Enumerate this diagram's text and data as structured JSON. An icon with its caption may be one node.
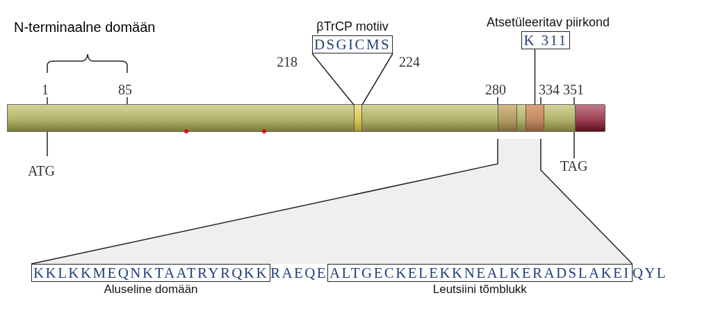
{
  "diagram": {
    "nodes": [
      {
        "text": [
          "βTrCP motiiv",
          "DSGICMS"
        ]
      },
      {
        "text": [
          "Atsetüleeritav piirkond",
          "K 311"
        ]
      },
      {
        "text": [],
        "shape": "bar"
      },
      {
        "text": [],
        "shape": "bar",
        "in": 2
      },
      {
        "text": [],
        "shape": "bar",
        "in": 2
      },
      {
        "text": [],
        "shape": "bar",
        "in": 2
      },
      {
        "text": [],
        "shape": "bar",
        "in": 2
      },
      {
        "text": [
          "KKLKKMEQNKTAATRYRQKK"
        ],
        "beside": [
          "Aluseline domään"
        ]
      },
      {
        "text": [
          "ALTGECKELEKKNEALKERADSLAKEI"
        ],
        "beside": [
          "Leutsiini tõmblukk"
        ]
      }
    ],
    "edges": [
      {
        "from": 0,
        "to": 3,
        "arrow": "none"
      },
      {
        "from": 0,
        "to": 3,
        "arrow": "none"
      },
      {
        "from": 1,
        "to": 5,
        "arrow": "none"
      }
    ],
    "labels": [
      "N-terminaalne domään",
      "218",
      "224",
      "1",
      "85",
      "280",
      "334",
      "351",
      "ATG",
      "TAG",
      "RAEQE",
      "QYL"
    ]
  }
}
